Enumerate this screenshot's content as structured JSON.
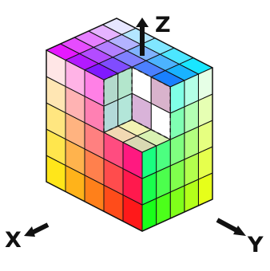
{
  "axes": {
    "x": {
      "label": "X"
    },
    "y": {
      "label": "Y"
    },
    "z": {
      "label": "Z"
    }
  },
  "cube": {
    "subdivisions": 5,
    "cutout": "corner-octant-removed",
    "colors": {
      "black": "#000000",
      "red": "#ff0000",
      "green": "#00ff00",
      "blue": "#0000ff",
      "yellow": "#ffff00",
      "magenta": "#ff00ff",
      "cyan": "#00ffff",
      "white": "#ffffff"
    },
    "grid_line_color": "#111111",
    "hidden_edge_style": "dashed"
  }
}
